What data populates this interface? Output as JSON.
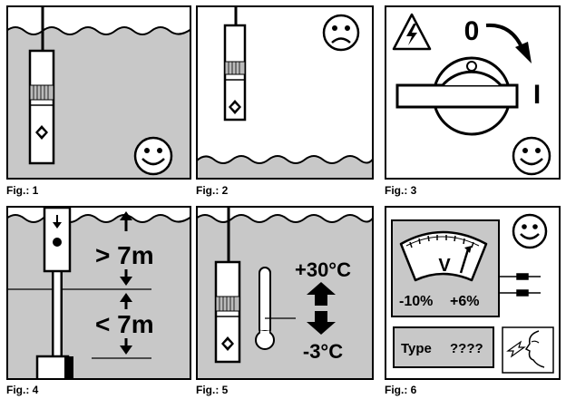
{
  "figures": [
    {
      "caption": "Fig.: 1"
    },
    {
      "caption": "Fig.: 2"
    },
    {
      "caption": "Fig.: 3",
      "switch_off_label": "0",
      "switch_on_label": "I"
    },
    {
      "caption": "Fig.: 4",
      "depth_greater": "> 7m",
      "depth_less": "< 7m"
    },
    {
      "caption": "Fig.: 5",
      "temp_max": "+30°C",
      "temp_min": "-3°C"
    },
    {
      "caption": "Fig.: 6",
      "meter_unit": "V",
      "tolerance_min": "-10%",
      "tolerance_max": "+6%",
      "type_label": "Type",
      "type_value": "????"
    }
  ],
  "colors": {
    "water": "#c8c8c8",
    "ink": "#000000",
    "background": "#ffffff"
  },
  "icons": [
    "smiley-icon",
    "sad-face-icon",
    "high-voltage-warning-icon",
    "thermometer-icon",
    "arrow-up-icon",
    "arrow-down-icon",
    "voltmeter-icon",
    "face-profile-icon",
    "pump-icon",
    "switch-knob-icon"
  ]
}
